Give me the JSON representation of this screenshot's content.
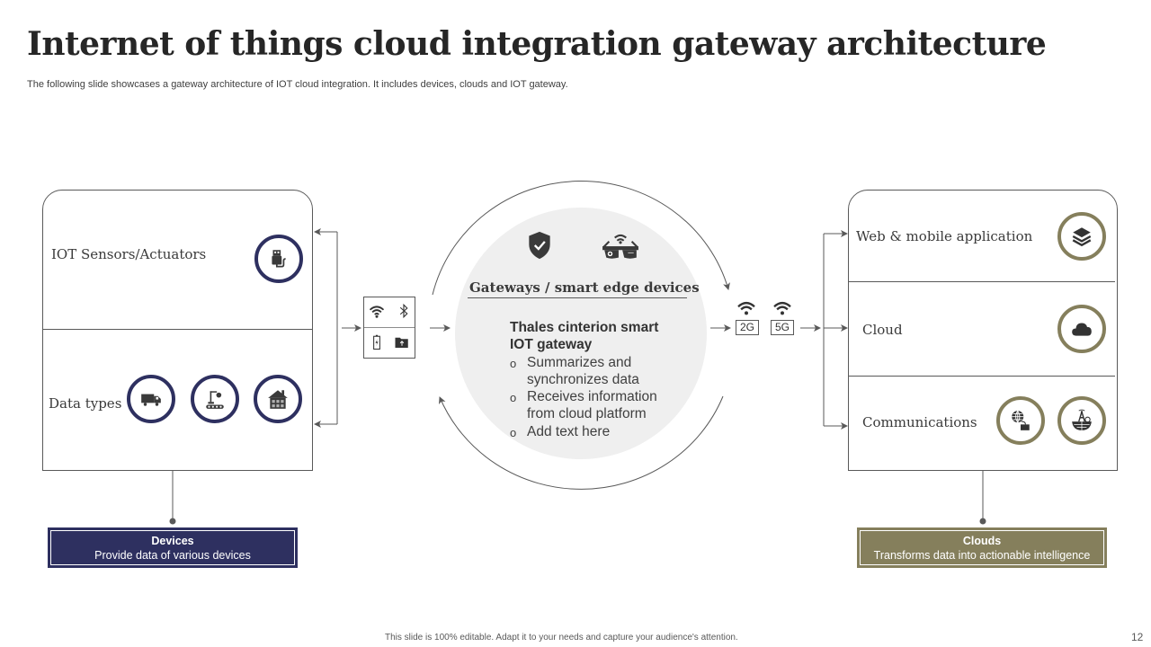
{
  "header": {
    "title": "Internet of things cloud integration gateway architecture",
    "subtitle": "The following slide showcases a gateway architecture of IOT cloud integration. It includes devices, clouds and IOT gateway."
  },
  "colors": {
    "navy": "#2e3060",
    "olive": "#857f5c",
    "center_disc": "#efefef",
    "line": "#595959"
  },
  "left_panel": {
    "sections": [
      {
        "label": "IOT Sensors/Actuators",
        "icons": [
          "usb-plug-icon"
        ]
      },
      {
        "label": "Data types",
        "icons": [
          "truck-icon",
          "factory-robot-icon",
          "smart-home-icon"
        ]
      }
    ]
  },
  "connectivity_box": {
    "icons": [
      "wifi-icon",
      "bluetooth-icon",
      "battery-charging-icon",
      "folder-upload-icon"
    ]
  },
  "center": {
    "icons": [
      "shield-check-icon",
      "smart-glasses-icon"
    ],
    "title": "Gateways / smart edge devices",
    "heading_line1": "Thales cinterion smart",
    "heading_line2": "IOT gateway",
    "bullets": [
      "Summarizes and synchronizes  data",
      "Receives information from cloud platform",
      "Add text here"
    ]
  },
  "networks": [
    {
      "label": "2G",
      "icon": "wifi-icon"
    },
    {
      "label": "5G",
      "icon": "wifi-icon"
    }
  ],
  "right_panel": {
    "sections": [
      {
        "label": "Web & mobile  application",
        "icons": [
          "layers-icon"
        ]
      },
      {
        "label": "Cloud",
        "icons": [
          "cloud-icon"
        ]
      },
      {
        "label": "Communications",
        "icons": [
          "globe-network-icon",
          "satellite-tower-icon"
        ]
      }
    ]
  },
  "legends": {
    "devices": {
      "title": "Devices",
      "text": "Provide  data of various  devices"
    },
    "clouds": {
      "title": "Clouds",
      "text": "Transforms  data into actionable intelligence"
    }
  },
  "footer": {
    "note": "This slide is 100% editable.  Adapt it to your needs and capture your audience's attention.",
    "page_number": "12"
  }
}
